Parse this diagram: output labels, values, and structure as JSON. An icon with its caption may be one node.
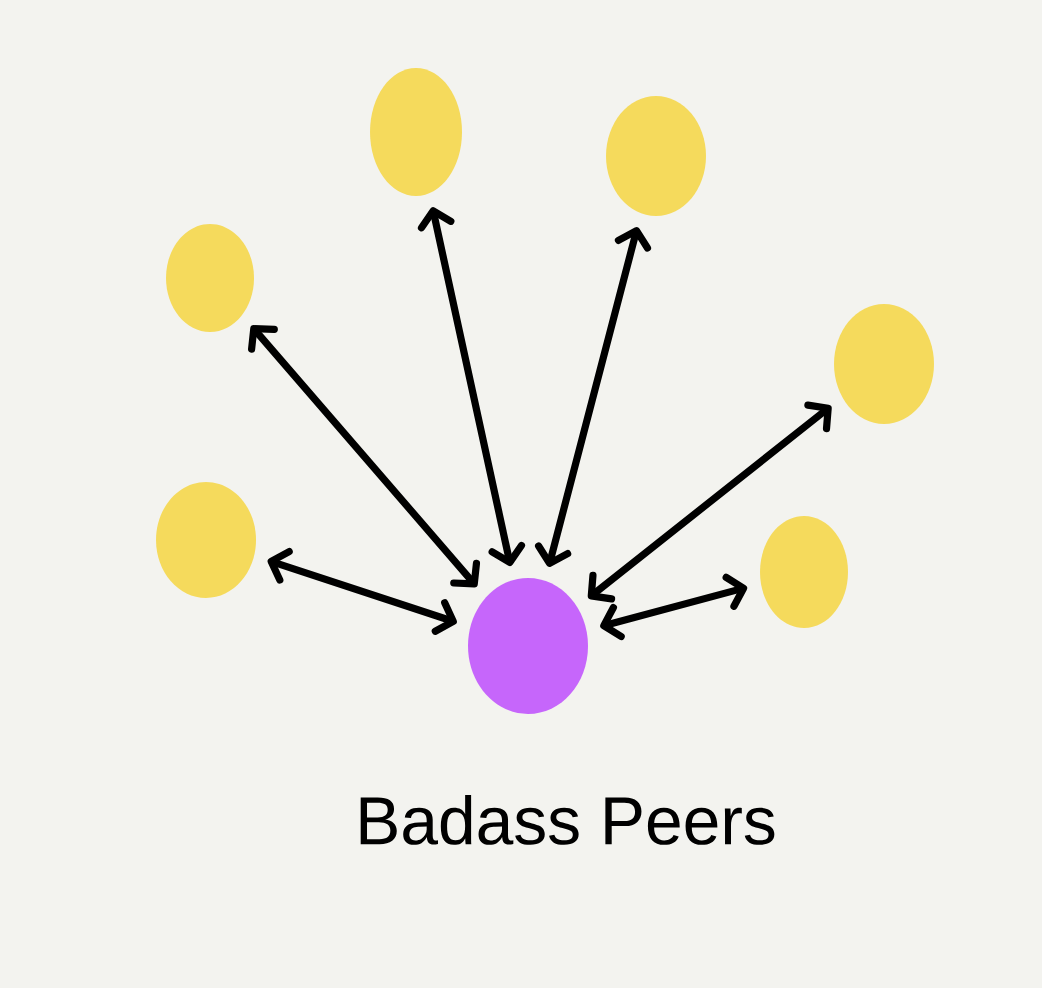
{
  "diagram": {
    "caption": "Badass Peers",
    "nodes": [
      {
        "text": [],
        "shape": "circle"
      },
      {
        "text": [],
        "shape": "circle"
      },
      {
        "text": [],
        "shape": "circle"
      },
      {
        "text": [],
        "shape": "circle"
      },
      {
        "text": [],
        "shape": "circle"
      },
      {
        "text": [],
        "shape": "circle"
      },
      {
        "text": [],
        "shape": "circle"
      }
    ],
    "edges": [
      {
        "from": 6,
        "to": 0,
        "arrow": "both"
      },
      {
        "from": 6,
        "to": 1,
        "arrow": "both"
      },
      {
        "from": 6,
        "to": 2,
        "arrow": "both"
      },
      {
        "from": 6,
        "to": 3,
        "arrow": "both"
      },
      {
        "from": 6,
        "to": 4,
        "arrow": "both"
      },
      {
        "from": 6,
        "to": 5,
        "arrow": "both"
      }
    ]
  }
}
